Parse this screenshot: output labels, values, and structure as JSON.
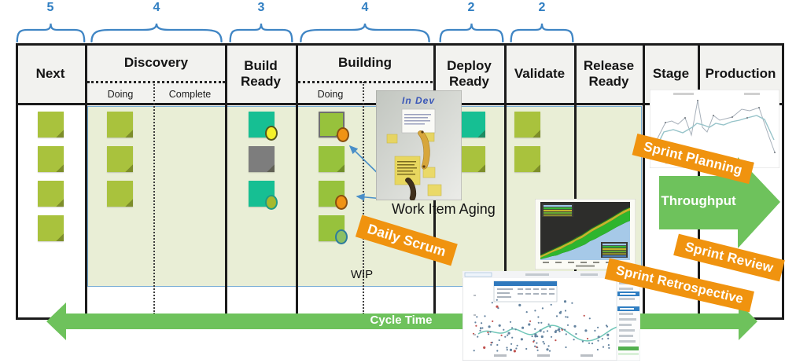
{
  "board": {
    "wip_limits": [
      "5",
      "4",
      "3",
      "4",
      "2",
      "2"
    ],
    "columns": [
      {
        "label": "Next"
      },
      {
        "label": "Discovery",
        "sublanes": [
          "Doing",
          "Complete"
        ]
      },
      {
        "label": "Build Ready"
      },
      {
        "label": "Building",
        "sublanes": [
          "Doing"
        ]
      },
      {
        "label": "Deploy Ready"
      },
      {
        "label": "Validate"
      },
      {
        "label": "Release Ready"
      },
      {
        "label": "Stage"
      },
      {
        "label": "Production"
      }
    ],
    "cards": {
      "next": [
        {
          "color": "olive"
        },
        {
          "color": "olive"
        },
        {
          "color": "olive"
        },
        {
          "color": "olive"
        }
      ],
      "discovery_doing": [
        {
          "color": "olive"
        },
        {
          "color": "olive"
        },
        {
          "color": "olive"
        }
      ],
      "build_ready": [
        {
          "color": "teal",
          "badge": "yellow"
        },
        {
          "color": "gray"
        },
        {
          "color": "teal",
          "badge": "olive"
        }
      ],
      "building_doing": [
        {
          "color": "green",
          "badge": "orange",
          "outlined": true
        },
        {
          "color": "green"
        },
        {
          "color": "green",
          "badge": "orange"
        },
        {
          "color": "green",
          "badge": "ring"
        }
      ],
      "deploy_ready": [
        {
          "color": "teal"
        },
        {
          "color": "olive"
        }
      ],
      "validate": [
        {
          "color": "olive"
        },
        {
          "color": "olive"
        }
      ]
    }
  },
  "annotations": {
    "wip": "WIP",
    "work_item_aging": "Work Item Aging",
    "daily_scrum": "Daily Scrum",
    "sprint_planning": "Sprint Planning",
    "sprint_review": "Sprint Review",
    "sprint_retrospective": "Sprint Retrospective",
    "throughput": "Throughput",
    "cycle_time": "Cycle Time"
  },
  "photo": {
    "handwritten_label": "In Dev"
  },
  "thumbnails": {
    "run_chart": "throughput-run-chart",
    "cfd": "cumulative-flow-diagram",
    "scatter": "cycle-time-scatterplot"
  },
  "colors": {
    "brace_blue": "#2f7ec2",
    "label_orange": "#f0930f",
    "arrow_green": "#6ec25c",
    "panel_green": "#e9eed6",
    "card_olive": "#a9c23d",
    "card_green": "#97c23c",
    "card_teal": "#16bf93",
    "card_gray": "#7d7d7d"
  }
}
